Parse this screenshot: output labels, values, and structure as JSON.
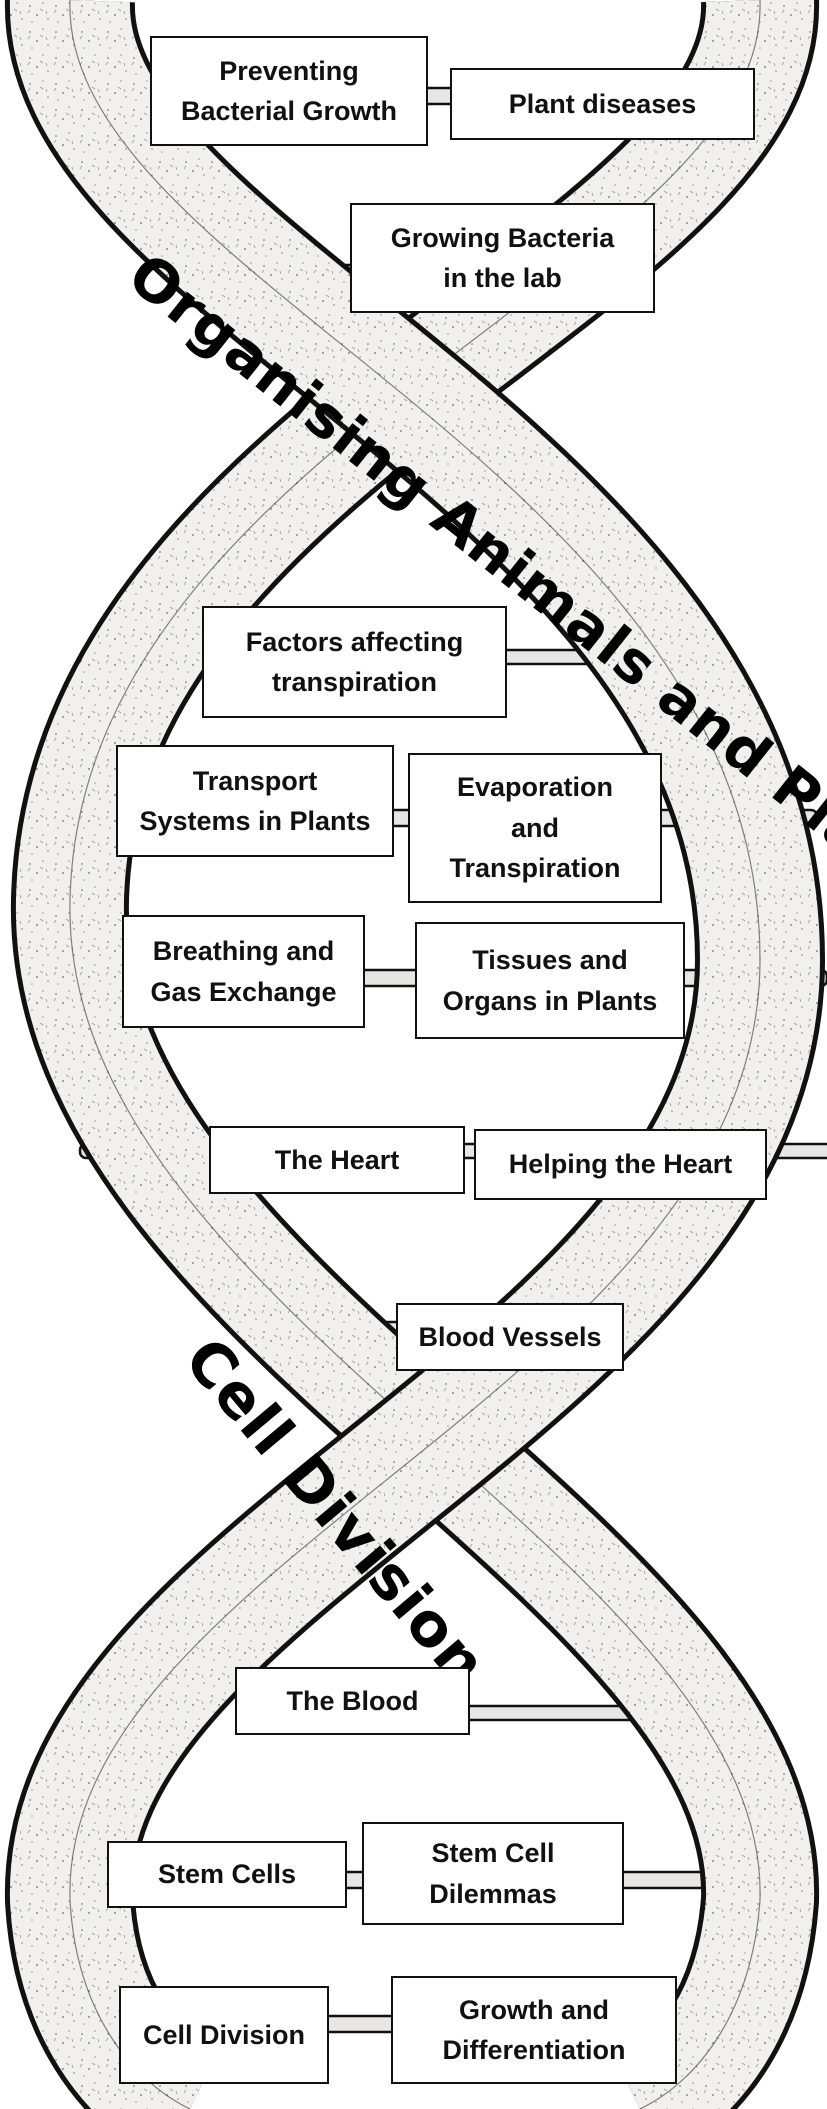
{
  "strand_labels": {
    "top": "Organising Animals and Plants",
    "bottom": "Cell Division"
  },
  "topics": [
    "Preventing\nBacterial Growth",
    "Plant diseases",
    "Growing Bacteria\nin the lab",
    "Factors affecting\ntranspiration",
    "Transport\nSystems in Plants",
    "Evaporation\nand\nTranspiration",
    "Breathing and\nGas Exchange",
    "Tissues and\nOrgans in Plants",
    "The Heart",
    "Helping the Heart",
    "Blood Vessels",
    "The Blood",
    "Stem Cells",
    "Stem Cell\nDilemmas",
    "Cell Division",
    "Growth and\nDifferentiation"
  ],
  "colors": {
    "ink": "#111111",
    "strand_fill": "#f1f0ec",
    "strand_speckle": "#9a9a96",
    "rung_fill": "#e7e6e2"
  }
}
